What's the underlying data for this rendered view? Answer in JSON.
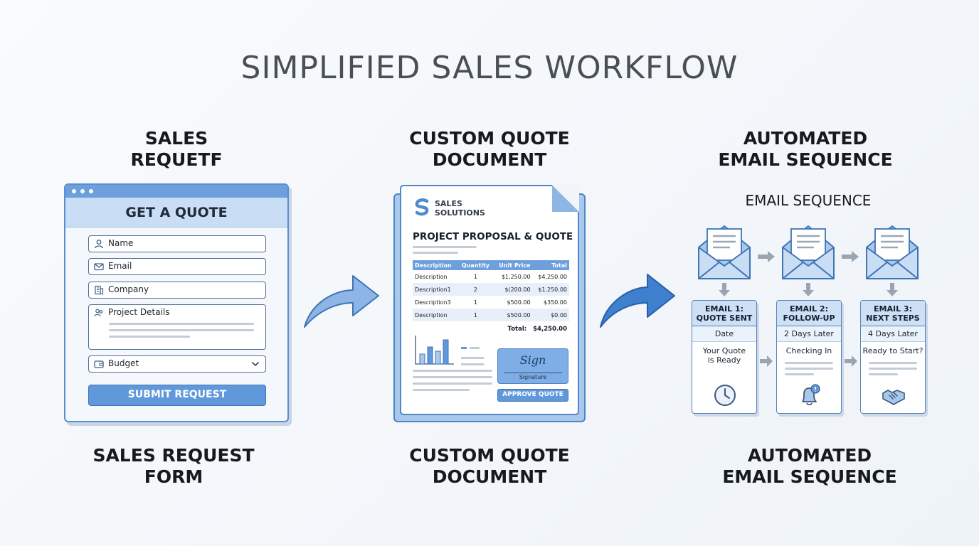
{
  "title": "SIMPLIFIED SALES WORKFLOW",
  "columns": {
    "request": {
      "top_lines": [
        "SALES",
        "REQUETF"
      ],
      "bottom_lines": [
        "SALES REQUEST",
        "FORM"
      ]
    },
    "quote": {
      "top_lines": [
        "CUSTOM QUOTE",
        "DOCUMENT"
      ],
      "bottom_lines": [
        "CUSTOM QUOTE",
        "DOCUMENT"
      ]
    },
    "email": {
      "top_lines": [
        "AUTOMATED",
        "EMAIL SEQUENCE"
      ],
      "bottom_lines": [
        "AUTOMATED",
        "EMAIL SEQUENCE"
      ]
    }
  },
  "form": {
    "header": "GET A QUOTE",
    "fields": [
      {
        "label": "Name",
        "icon": "user-icon"
      },
      {
        "label": "Email",
        "icon": "envelope-icon"
      },
      {
        "label": "Company",
        "icon": "building-icon"
      },
      {
        "label": "Project Details",
        "icon": "people-icon"
      },
      {
        "label": "Budget",
        "icon": "wallet-icon"
      }
    ],
    "submit_label": "SUBMIT REQUEST"
  },
  "document": {
    "logo_line1": "SALES",
    "logo_line2": "SOLUTIONS",
    "title": "PROJECT PROPOSAL & QUOTE",
    "table": {
      "headers": [
        "Description",
        "Quantity",
        "Unit Price",
        "Total"
      ],
      "rows": [
        [
          "Description",
          "1",
          "$1,250.00",
          "$4,250.00"
        ],
        [
          "Description1",
          "2",
          "$(200.00",
          "$1,250.00"
        ],
        [
          "Description3",
          "1",
          "$500.00",
          "$350.00"
        ],
        [
          "Description",
          "1",
          "$500.00",
          "$0.00"
        ]
      ]
    },
    "total_label": "Total:",
    "total_value": "$4,250.00",
    "signature_script": "Sign",
    "signature_label": "Signature",
    "approve_label": "APPROVE QUOTE"
  },
  "email_sequence": {
    "label": "EMAIL SEQUENCE",
    "cards": [
      {
        "line1": "EMAIL 1:",
        "line2": "QUOTE SENT",
        "sub": "Date",
        "body": [
          "Your Quote",
          "is Ready"
        ],
        "icon": "clock-icon"
      },
      {
        "line1": "EMAIL 2:",
        "line2": "FOLLOW-UP",
        "sub": "2 Days Later",
        "body": [
          "Checking In"
        ],
        "icon": "bell-icon"
      },
      {
        "line1": "EMAIL 3:",
        "line2": "NEXT STEPS",
        "sub": "4 Days Later",
        "body": [
          "Ready to Start?"
        ],
        "icon": "handshake-icon"
      }
    ]
  },
  "colors": {
    "accent": "#5f98db",
    "accent_dark": "#3f74b5",
    "panel_light": "#c9ddf4",
    "title_gray": "#4a4f57"
  }
}
